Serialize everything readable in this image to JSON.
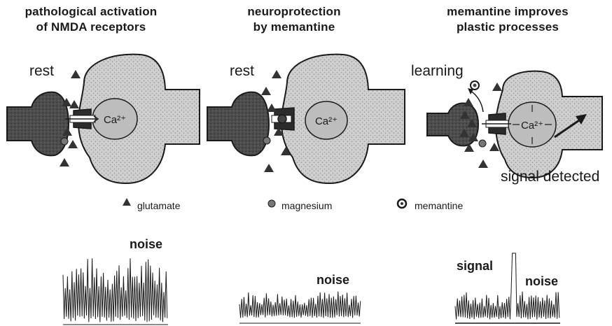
{
  "panels": [
    {
      "title_lines": [
        "pathological activation",
        "of NMDA receptors"
      ],
      "state_label": "rest",
      "ion_label": "Ca²⁺"
    },
    {
      "title_lines": [
        "neuroprotection",
        "by memantine"
      ],
      "state_label": "rest",
      "ion_label": "Ca²⁺"
    },
    {
      "title_lines": [
        "memantine improves",
        "plastic processes"
      ],
      "state_label": "learning",
      "ion_label": "Ca²⁺",
      "outcome_label": "signal detected"
    }
  ],
  "legend": [
    {
      "label": "glutamate",
      "icon": "triangle-icon"
    },
    {
      "label": "magnesium",
      "icon": "filled-circle-icon"
    },
    {
      "label": "memantine",
      "icon": "ringed-circle-icon"
    }
  ],
  "traces": [
    {
      "labels": [
        "noise"
      ]
    },
    {
      "labels": [
        "noise"
      ]
    },
    {
      "labels": [
        "signal",
        "noise"
      ]
    }
  ],
  "colors": {
    "ink": "#1a1a1a",
    "postsynaptic_fill": "#cfcfcf",
    "presynaptic_fill": "#4a4a4a",
    "glutamate": "#333333",
    "magnesium": "#777777"
  }
}
